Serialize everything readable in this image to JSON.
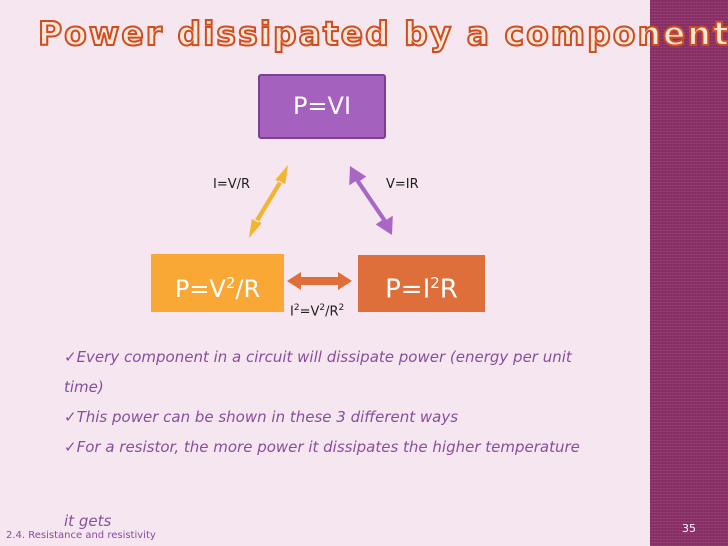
{
  "title": "Power dissipated by a component",
  "diagram": {
    "top_box": "P=VI",
    "left_box": {
      "base": "P=V",
      "sup": "2",
      "tail": "/R"
    },
    "right_box": {
      "base": "P=I",
      "sup": "2",
      "tail": "R"
    },
    "label_left": "I=V/R",
    "label_right": "V=IR",
    "label_bottom": {
      "a": "I",
      "sup1": "2",
      "b": "=V",
      "sup2": "2",
      "c": "/R",
      "sup3": "2"
    }
  },
  "bullets": {
    "b1_line1": "Every component in a circuit will dissipate power (energy per unit",
    "b1_line2": "time)",
    "b2": "This power can be shown in these 3 different ways",
    "b3_line1": "For a resistor, the more power it dissipates the higher temperature",
    "b3_line2": "it gets"
  },
  "check_glyph": "✓",
  "footer": "2.4. Resistance and resistivity",
  "page_number": "35",
  "colors": {
    "background": "#f5e6ef",
    "sidebar": "#8a2f67",
    "title_outline": "#cf4d1e",
    "box_purple": "#a462be",
    "box_yellow": "#f9a836",
    "box_orange": "#de6e3a",
    "text_purple": "#874f9d"
  }
}
